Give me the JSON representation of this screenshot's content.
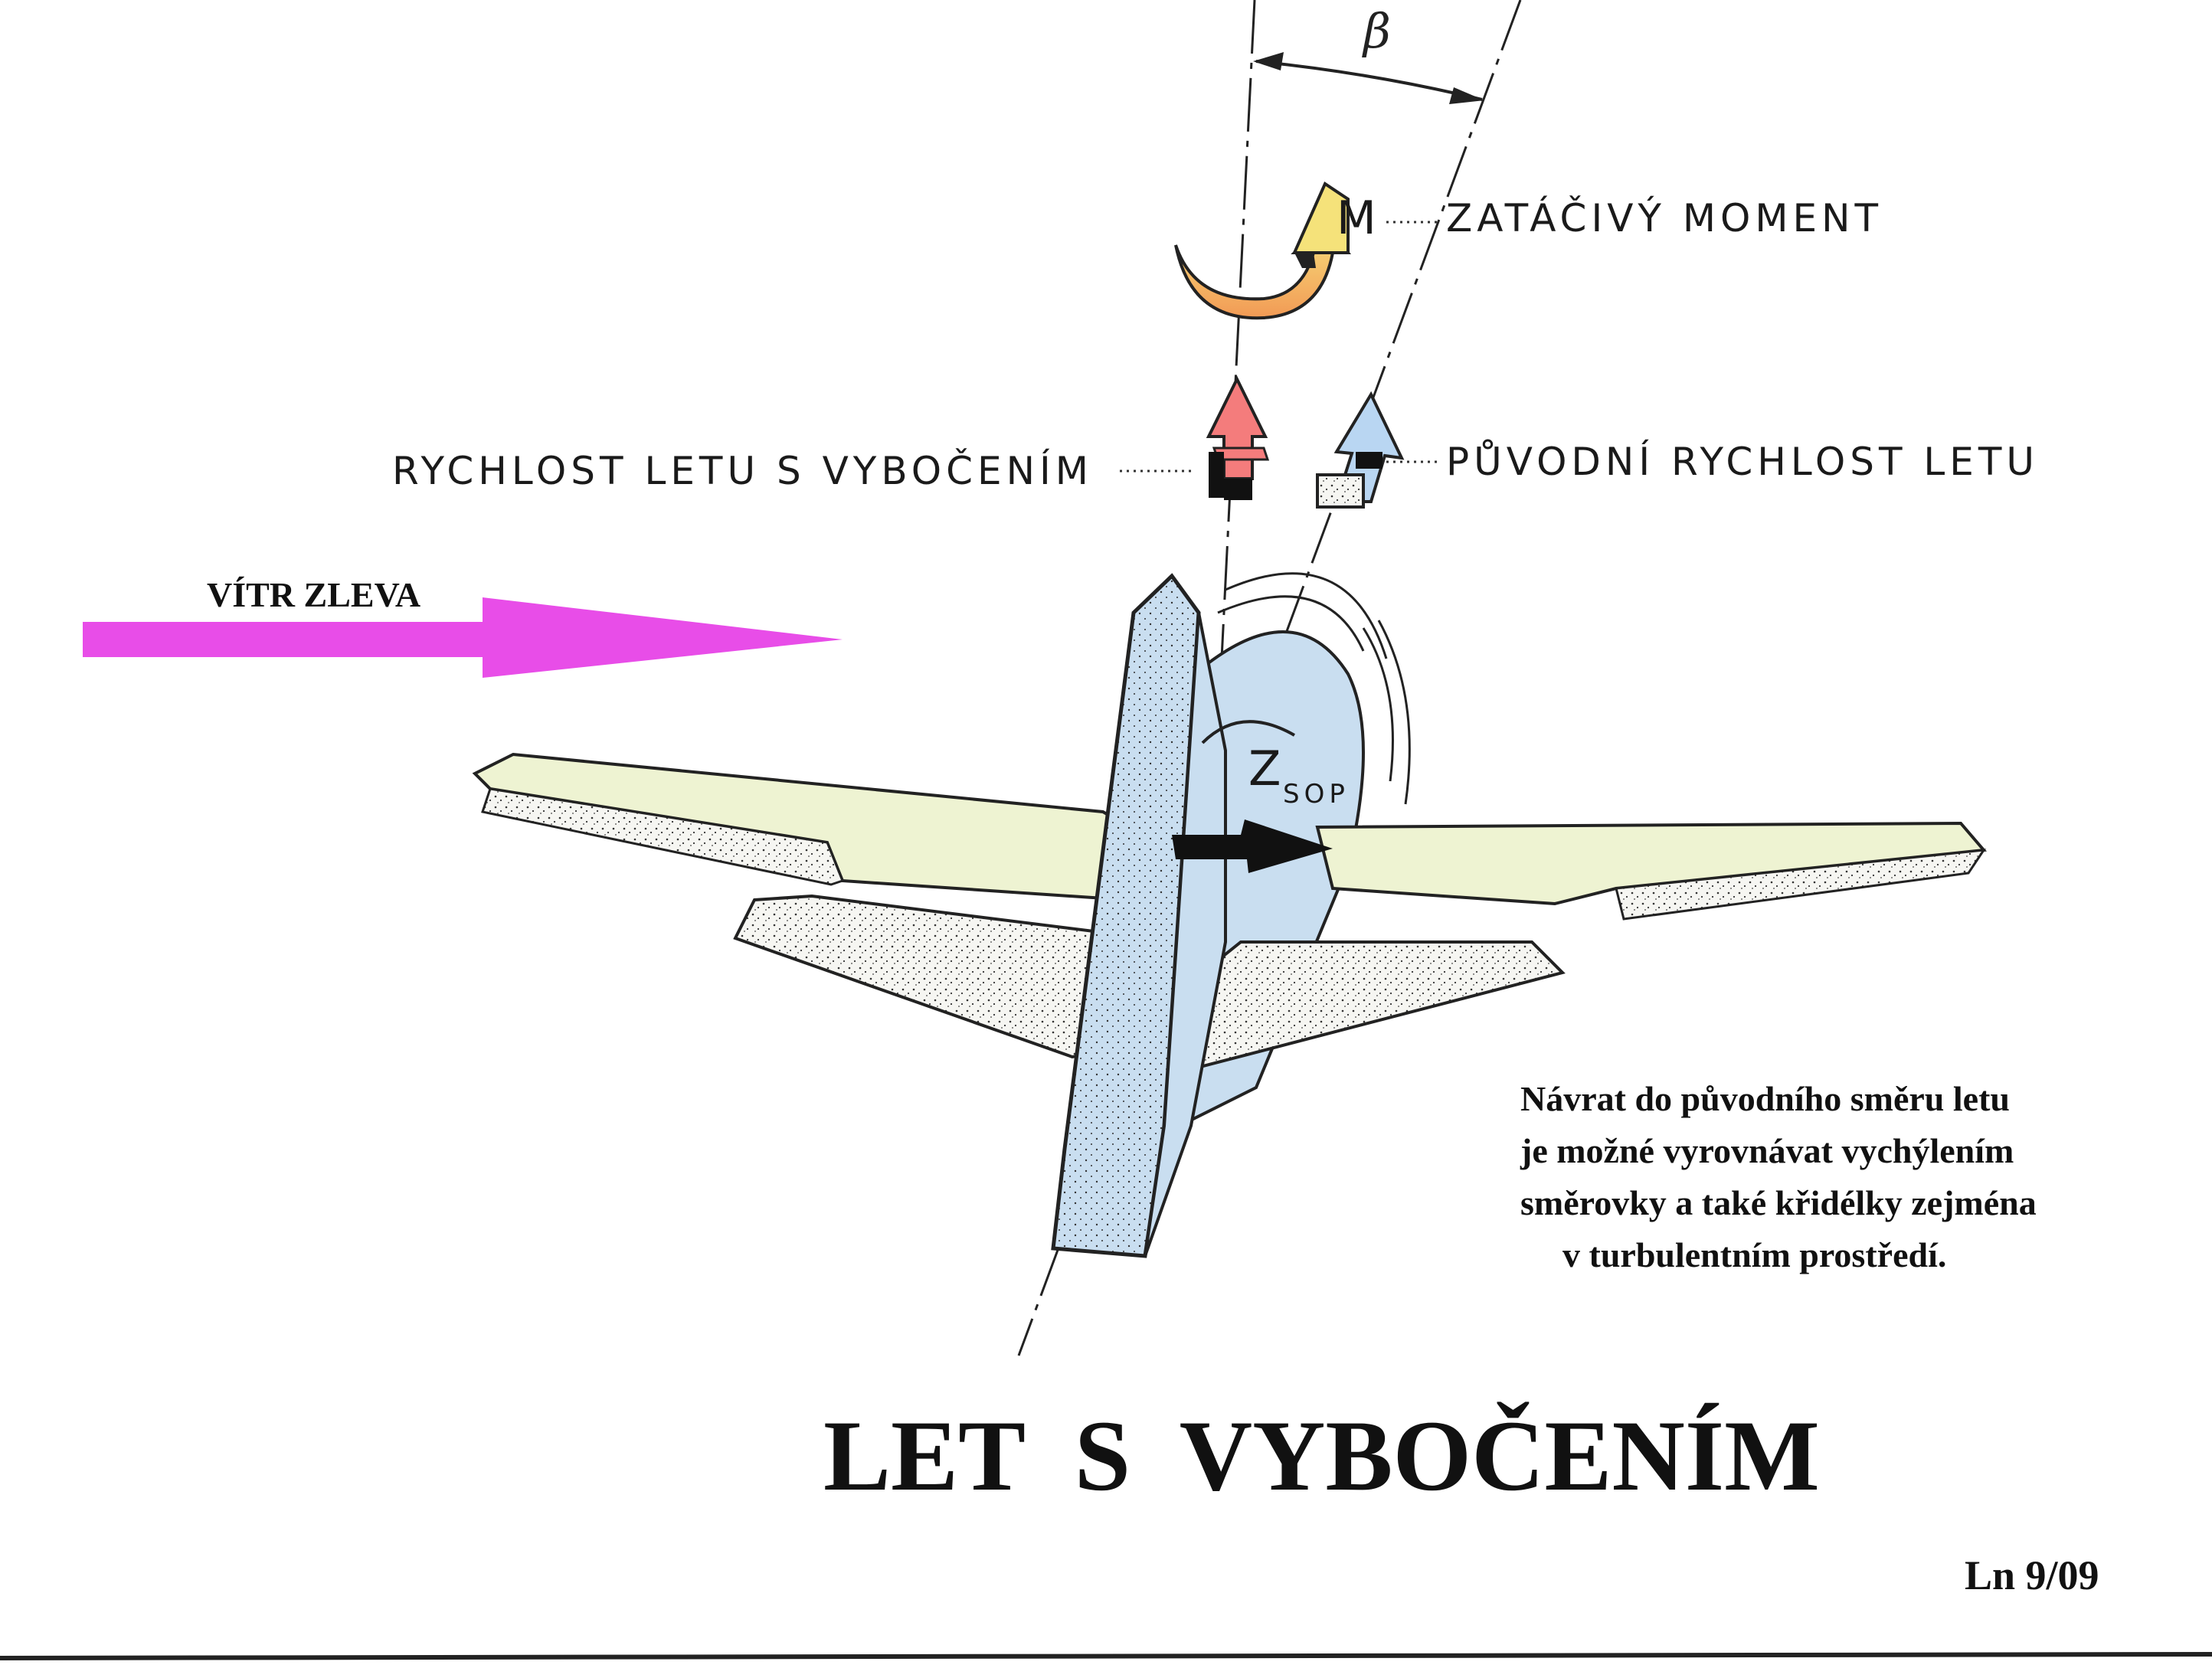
{
  "labels": {
    "beta": "β",
    "moment_symbol": "M",
    "moment_text": "ZATÁČIVÝ MOMENT",
    "yaw_speed": "RYCHLOST LETU S VYBOČENÍM",
    "original_speed": "PŮVODNÍ RYCHLOST LETU",
    "wind": "VÍTR ZLEVA",
    "force_symbol": "Z",
    "force_subscript": "SOP"
  },
  "note": {
    "lines": [
      "Návrat do původního směru letu",
      "je možné vyrovnávat vychýlením",
      "směrovky a také křidélky zejména",
      "v turbulentním prostředí."
    ]
  },
  "title": "LET  S  VYBOČENÍM",
  "page_code": "Ln 9/09",
  "colors": {
    "wind_arrow": "#e84de8",
    "wing_light": "#eef3d2",
    "fuselage_blue": "#c9def0",
    "yaw_arrow_red": "#f47c7c",
    "moment_yellow": "#f5e27a",
    "moment_orange": "#f4a35a"
  }
}
